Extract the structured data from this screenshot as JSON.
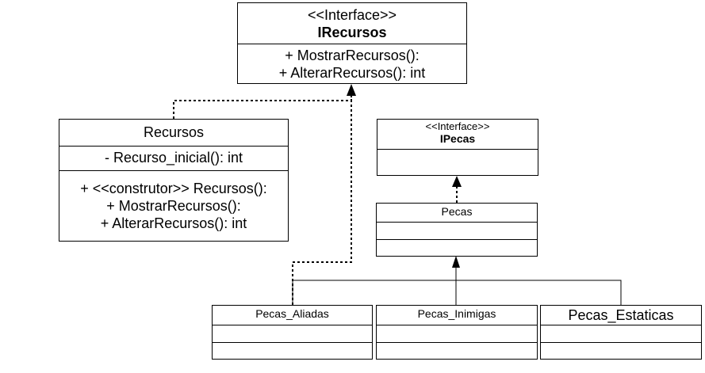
{
  "irecursos": {
    "stereotype": "<<Interface>>",
    "name": "IRecursos",
    "operations": [
      "+ MostrarRecursos():",
      "+ AlterarRecursos(): int"
    ]
  },
  "recursos": {
    "name": "Recursos",
    "attributes": [
      "- Recurso_inicial(): int"
    ],
    "operations": [
      "+ <<construtor>> Recursos():",
      "+ MostrarRecursos():",
      "+ AlterarRecursos(): int"
    ]
  },
  "ipecas": {
    "stereotype": "<<Interface>>",
    "name": "IPecas"
  },
  "pecas": {
    "name": "Pecas"
  },
  "aliadas": {
    "name": "Pecas_Aliadas"
  },
  "inimigas": {
    "name": "Pecas_Inimigas"
  },
  "estaticas": {
    "name": "Pecas_Estaticas"
  }
}
